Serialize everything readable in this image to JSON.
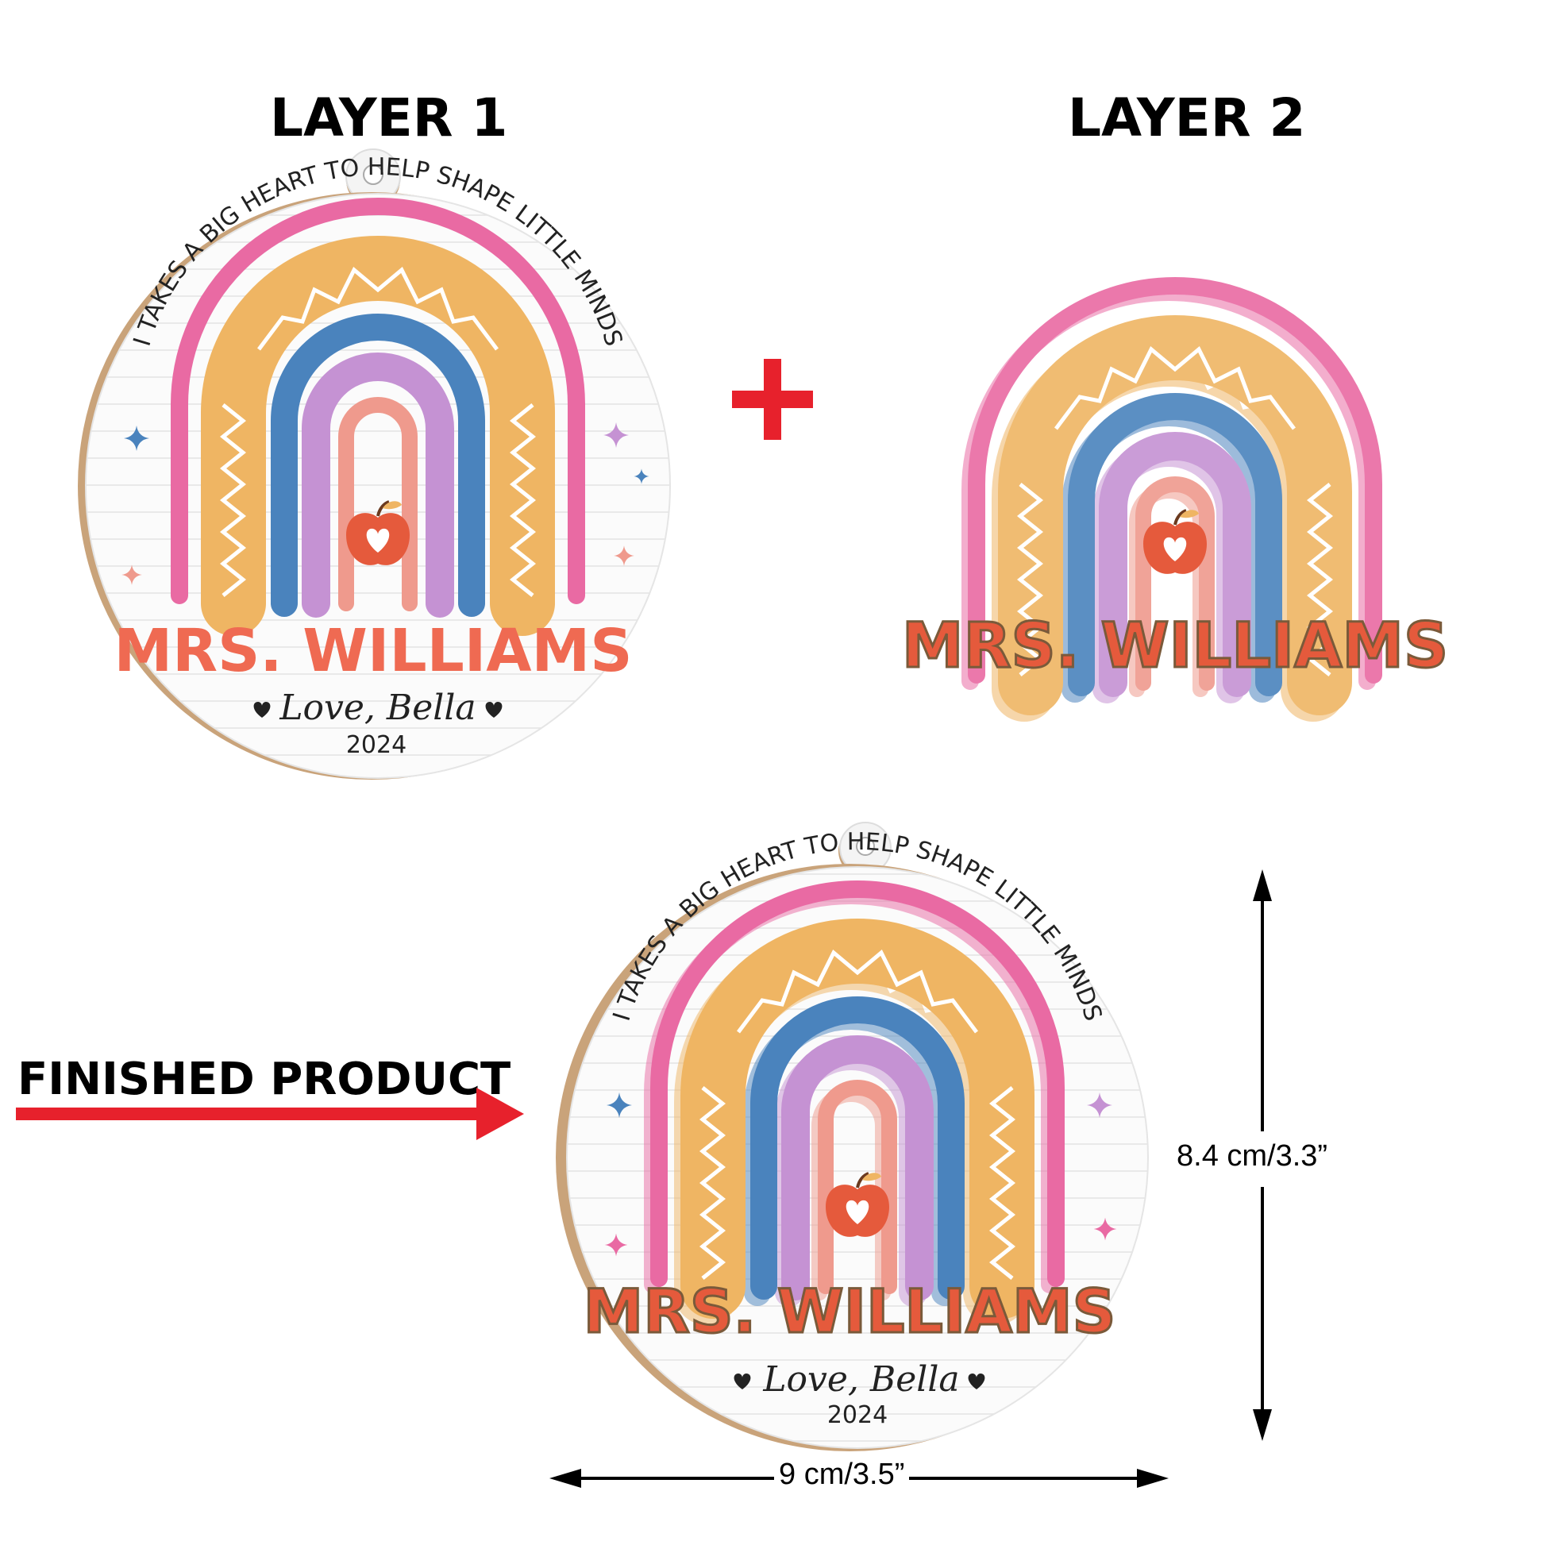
{
  "labels": {
    "layer1": "LAYER 1",
    "layer2": "LAYER 2",
    "finished": "FINISHED PRODUCT",
    "height": "8.4 cm/3.3”",
    "width": "9 cm/3.5”"
  },
  "ornament": {
    "quote": "I TAKES A BIG HEART TO HELP SHAPE LITTLE MINDS",
    "name": "MRS. WILLIAMS",
    "signature": "Love, Bella",
    "year": "2024"
  },
  "colors": {
    "pink": "#e96aa3",
    "orange": "#efb563",
    "blue": "#4a83bd",
    "purple": "#c592d3",
    "salmon": "#ef9a8d",
    "apple": "#e55a3c",
    "arrow": "#e7212c",
    "wood": "#c9a37a"
  },
  "icons": [
    "plus-icon",
    "apple-heart-icon",
    "sparkle-icon",
    "heart-icon",
    "arrow-right-icon",
    "double-arrow-icon"
  ]
}
